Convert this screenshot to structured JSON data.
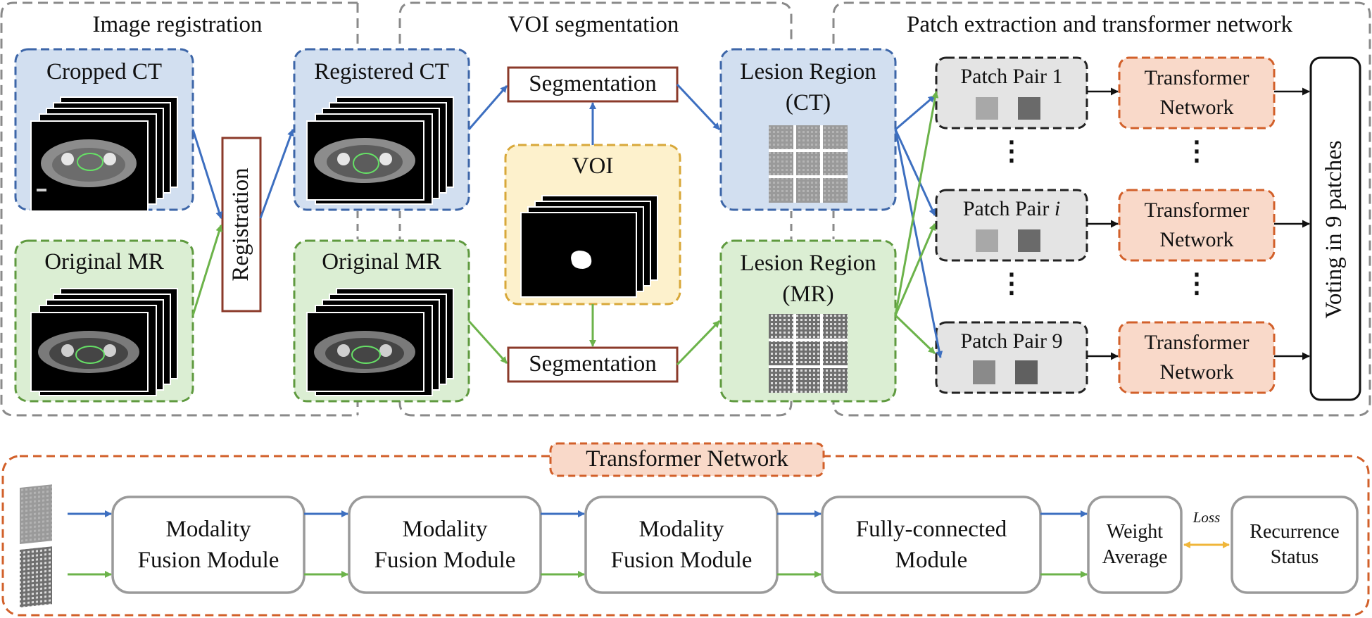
{
  "sections": {
    "image_registration": "Image registration",
    "voi_segmentation": "VOI segmentation",
    "patch_transformer": "Patch extraction and transformer network"
  },
  "boxes": {
    "cropped_ct": "Cropped CT",
    "original_mr_1": "Original MR",
    "registration": "Registration",
    "registered_ct": "Registered CT",
    "original_mr_2": "Original MR",
    "segmentation_top": "Segmentation",
    "segmentation_bottom": "Segmentation",
    "voi": "VOI",
    "lesion_ct": {
      "line1": "Lesion Region",
      "line2": "(CT)"
    },
    "lesion_mr": {
      "line1": "Lesion Region",
      "line2": "(MR)"
    },
    "patch_pair_1": "Patch Pair 1",
    "patch_pair_i": {
      "prefix": "Patch Pair ",
      "index": "i"
    },
    "patch_pair_9": "Patch Pair 9",
    "transformer_1": {
      "line1": "Transformer",
      "line2": "Network"
    },
    "transformer_2": {
      "line1": "Transformer",
      "line2": "Network"
    },
    "transformer_3": {
      "line1": "Transformer",
      "line2": "Network"
    },
    "voting": "Voting in 9 patches",
    "ellipsis": "⋮"
  },
  "bottom": {
    "title": "Transformer Network",
    "fusion_1": {
      "line1": "Modality",
      "line2": "Fusion Module"
    },
    "fusion_2": {
      "line1": "Modality",
      "line2": "Fusion Module"
    },
    "fusion_3": {
      "line1": "Modality",
      "line2": "Fusion Module"
    },
    "fully_connected": {
      "line1": "Fully-connected",
      "line2": "Module"
    },
    "weight_average": {
      "line1": "Weight",
      "line2": "Average"
    },
    "loss": "Loss",
    "recurrence": {
      "line1": "Recurrence",
      "line2": "Status"
    }
  },
  "colors": {
    "ct_blue_fill": "#d2dff0",
    "ct_blue_border": "#3d66a8",
    "mr_green_fill": "#dbeed3",
    "mr_green_border": "#5f9a3f",
    "voi_fill": "#fdf1cc",
    "voi_border": "#d8a83a",
    "transformer_fill": "#f9d9c9",
    "transformer_border": "#d2602a",
    "patch_fill": "#e4e4e4",
    "section_border": "#8a8a8a",
    "seg_border": "#8b3a2a",
    "arrow_blue": "#3d6fc0",
    "arrow_green": "#6cb34a",
    "arrow_loss": "#f0b63a",
    "arrow_black": "#111111",
    "module_border": "#9a9a9a"
  }
}
